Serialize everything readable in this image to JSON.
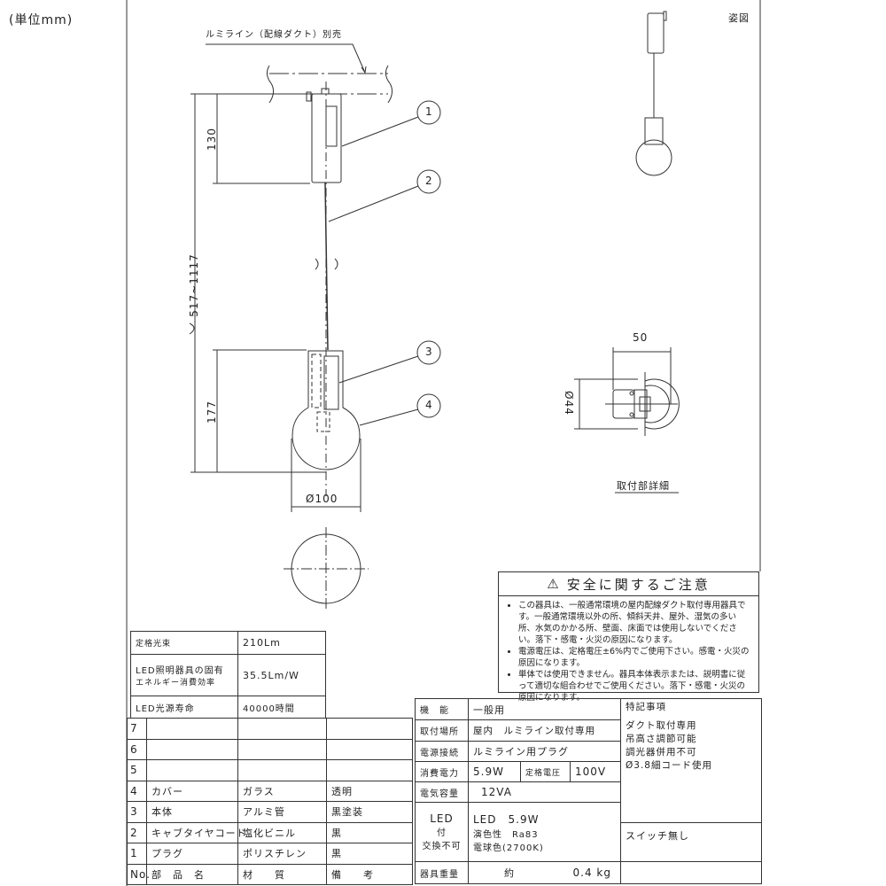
{
  "unit_note": "(単位mm)",
  "duct_label": "ルミライン（配線ダクト）別売",
  "view_title": "姿図",
  "detail_title": "取付部詳細",
  "dimensions": {
    "top_box": "130",
    "total": "517~1117",
    "lower": "177",
    "diameter": "Ø100",
    "mount_width": "50",
    "mount_dia": "Ø44"
  },
  "callouts": [
    "1",
    "2",
    "3",
    "4"
  ],
  "safety": {
    "title": "安全に関するご注意",
    "items": [
      "この器具は、一般通常環境の屋内配線ダクト取付専用器具です。一般通常環境以外の所、傾斜天井、屋外、湿気の多い所、水気のかかる所、壁面、床面では使用しないでください。落下・感電・火災の原因になります。",
      "電源電圧は、定格電圧±6%内でご使用下さい。感電・火災の原因になります。",
      "単体では使用できません。器具本体表示または、説明書に従って適切な組合わせでご使用ください。落下・感電・火災の原因になります。"
    ]
  },
  "spec_left": [
    {
      "label": "定格光束",
      "value": "210Lm"
    },
    {
      "label": "LED照明器具の固有エネルギー消費効率",
      "label1": "LED照明器具の固有",
      "label2": "エネルギー消費効率",
      "value": "35.5Lm/W"
    },
    {
      "label": "LED光源寿命",
      "value": "40000時間"
    }
  ],
  "parts": {
    "header": [
      "No.",
      "部　品　名",
      "材　　質",
      "備　　考"
    ],
    "rows": [
      {
        "no": "7",
        "name": "",
        "material": "",
        "note": ""
      },
      {
        "no": "6",
        "name": "",
        "material": "",
        "note": ""
      },
      {
        "no": "5",
        "name": "",
        "material": "",
        "note": ""
      },
      {
        "no": "4",
        "name": "カバー",
        "material": "ガラス",
        "note": "透明"
      },
      {
        "no": "3",
        "name": "本体",
        "material": "アルミ管",
        "note": "黒塗装"
      },
      {
        "no": "2",
        "name": "キャブタイヤコード",
        "material": "塩化ビニル",
        "note": "黒"
      },
      {
        "no": "1",
        "name": "プラグ",
        "material": "ポリスチレン",
        "note": "黒"
      }
    ]
  },
  "spec_right": {
    "function_label": "機　能",
    "function": "一般用",
    "location_label": "取付場所",
    "location": "屋内　ルミライン取付専用",
    "power_conn_label": "電源接続",
    "power_conn": "ルミライン用プラグ",
    "power_label": "消費電力",
    "power": "5.9W",
    "voltage_label": "定格電圧",
    "voltage": "100V",
    "capacity_label": "電気容量",
    "capacity": "12VA",
    "led_label1": "LED",
    "led_label2": "付",
    "led_label3": "交換不可",
    "led_spec": "LED　5.9W",
    "cri": "演色性　Ra83",
    "color": "電球色(2700K)",
    "weight_label": "器具重量",
    "weight_prefix": "約",
    "weight": "0.4 kg"
  },
  "special": {
    "title": "特記事項",
    "items": [
      "ダクト取付専用",
      "吊高さ調節可能",
      "調光器併用不可",
      "Ø3.8細コード使用"
    ],
    "switch": "スイッチ無し"
  }
}
